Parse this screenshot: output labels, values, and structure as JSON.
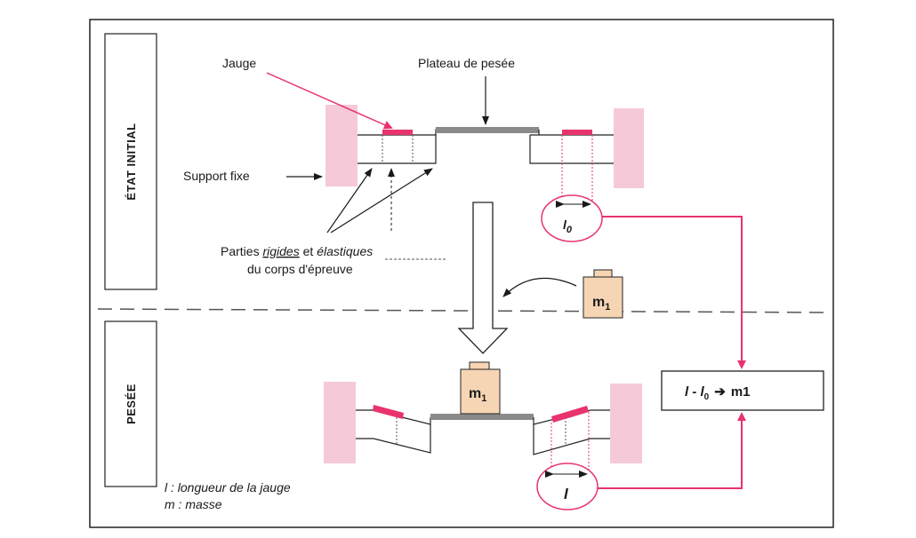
{
  "labels": {
    "etat_initial": "ÉTAT INITIAL",
    "pesee": "PESÉE",
    "jauge": "Jauge",
    "plateau": "Plateau de pesée",
    "support_fixe": "Support fixe",
    "parties_1": "Parties",
    "parties_rigides": "rigides",
    "parties_et": "et",
    "parties_elastiques": "élastiques",
    "parties_2": "du corps d'épreuve",
    "mass": "m",
    "mass_sub": "1",
    "l0": "l",
    "l0_sub": "0",
    "l": "l",
    "result": "l - l",
    "result_sub": "0",
    "result_arrow": "➔",
    "result_m": "m1",
    "legend_1": "l : longueur de la jauge",
    "legend_2": "m : masse"
  },
  "colors": {
    "magenta": "#e8336d",
    "support": "#f5c9d8",
    "plateau": "#8a8a8a",
    "weight_fill": "#f6d5b4",
    "dash": "#555555"
  }
}
